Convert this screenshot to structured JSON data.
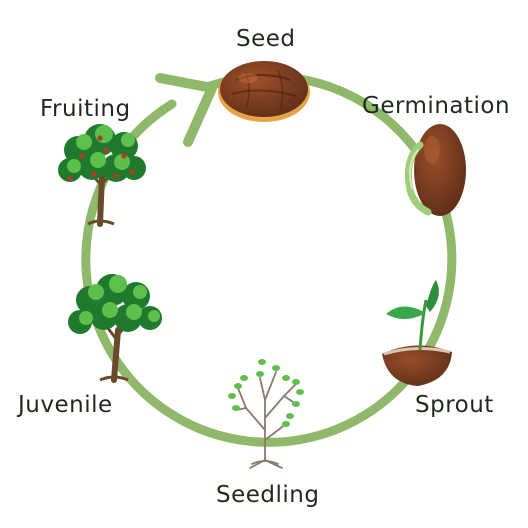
{
  "cycle": {
    "stages": [
      {
        "id": "seed",
        "label": "Seed"
      },
      {
        "id": "germination",
        "label": "Germination"
      },
      {
        "id": "sprout",
        "label": "Sprout"
      },
      {
        "id": "seedling",
        "label": "Seedling"
      },
      {
        "id": "juvenile",
        "label": "Juvenile"
      },
      {
        "id": "fruiting",
        "label": "Fruiting"
      }
    ],
    "colors": {
      "ring": "#8fb86a",
      "seed_dark": "#5e2f18",
      "seed_light": "#a0502a",
      "leaf_dark": "#1f7a2e",
      "leaf_light": "#5cc04a",
      "trunk": "#6b4a2a",
      "fruit": "#b43a2a"
    },
    "icons": [
      "seed-icon",
      "germinating-seed-icon",
      "sprout-icon",
      "seedling-icon",
      "juvenile-tree-icon",
      "fruiting-tree-icon"
    ]
  }
}
